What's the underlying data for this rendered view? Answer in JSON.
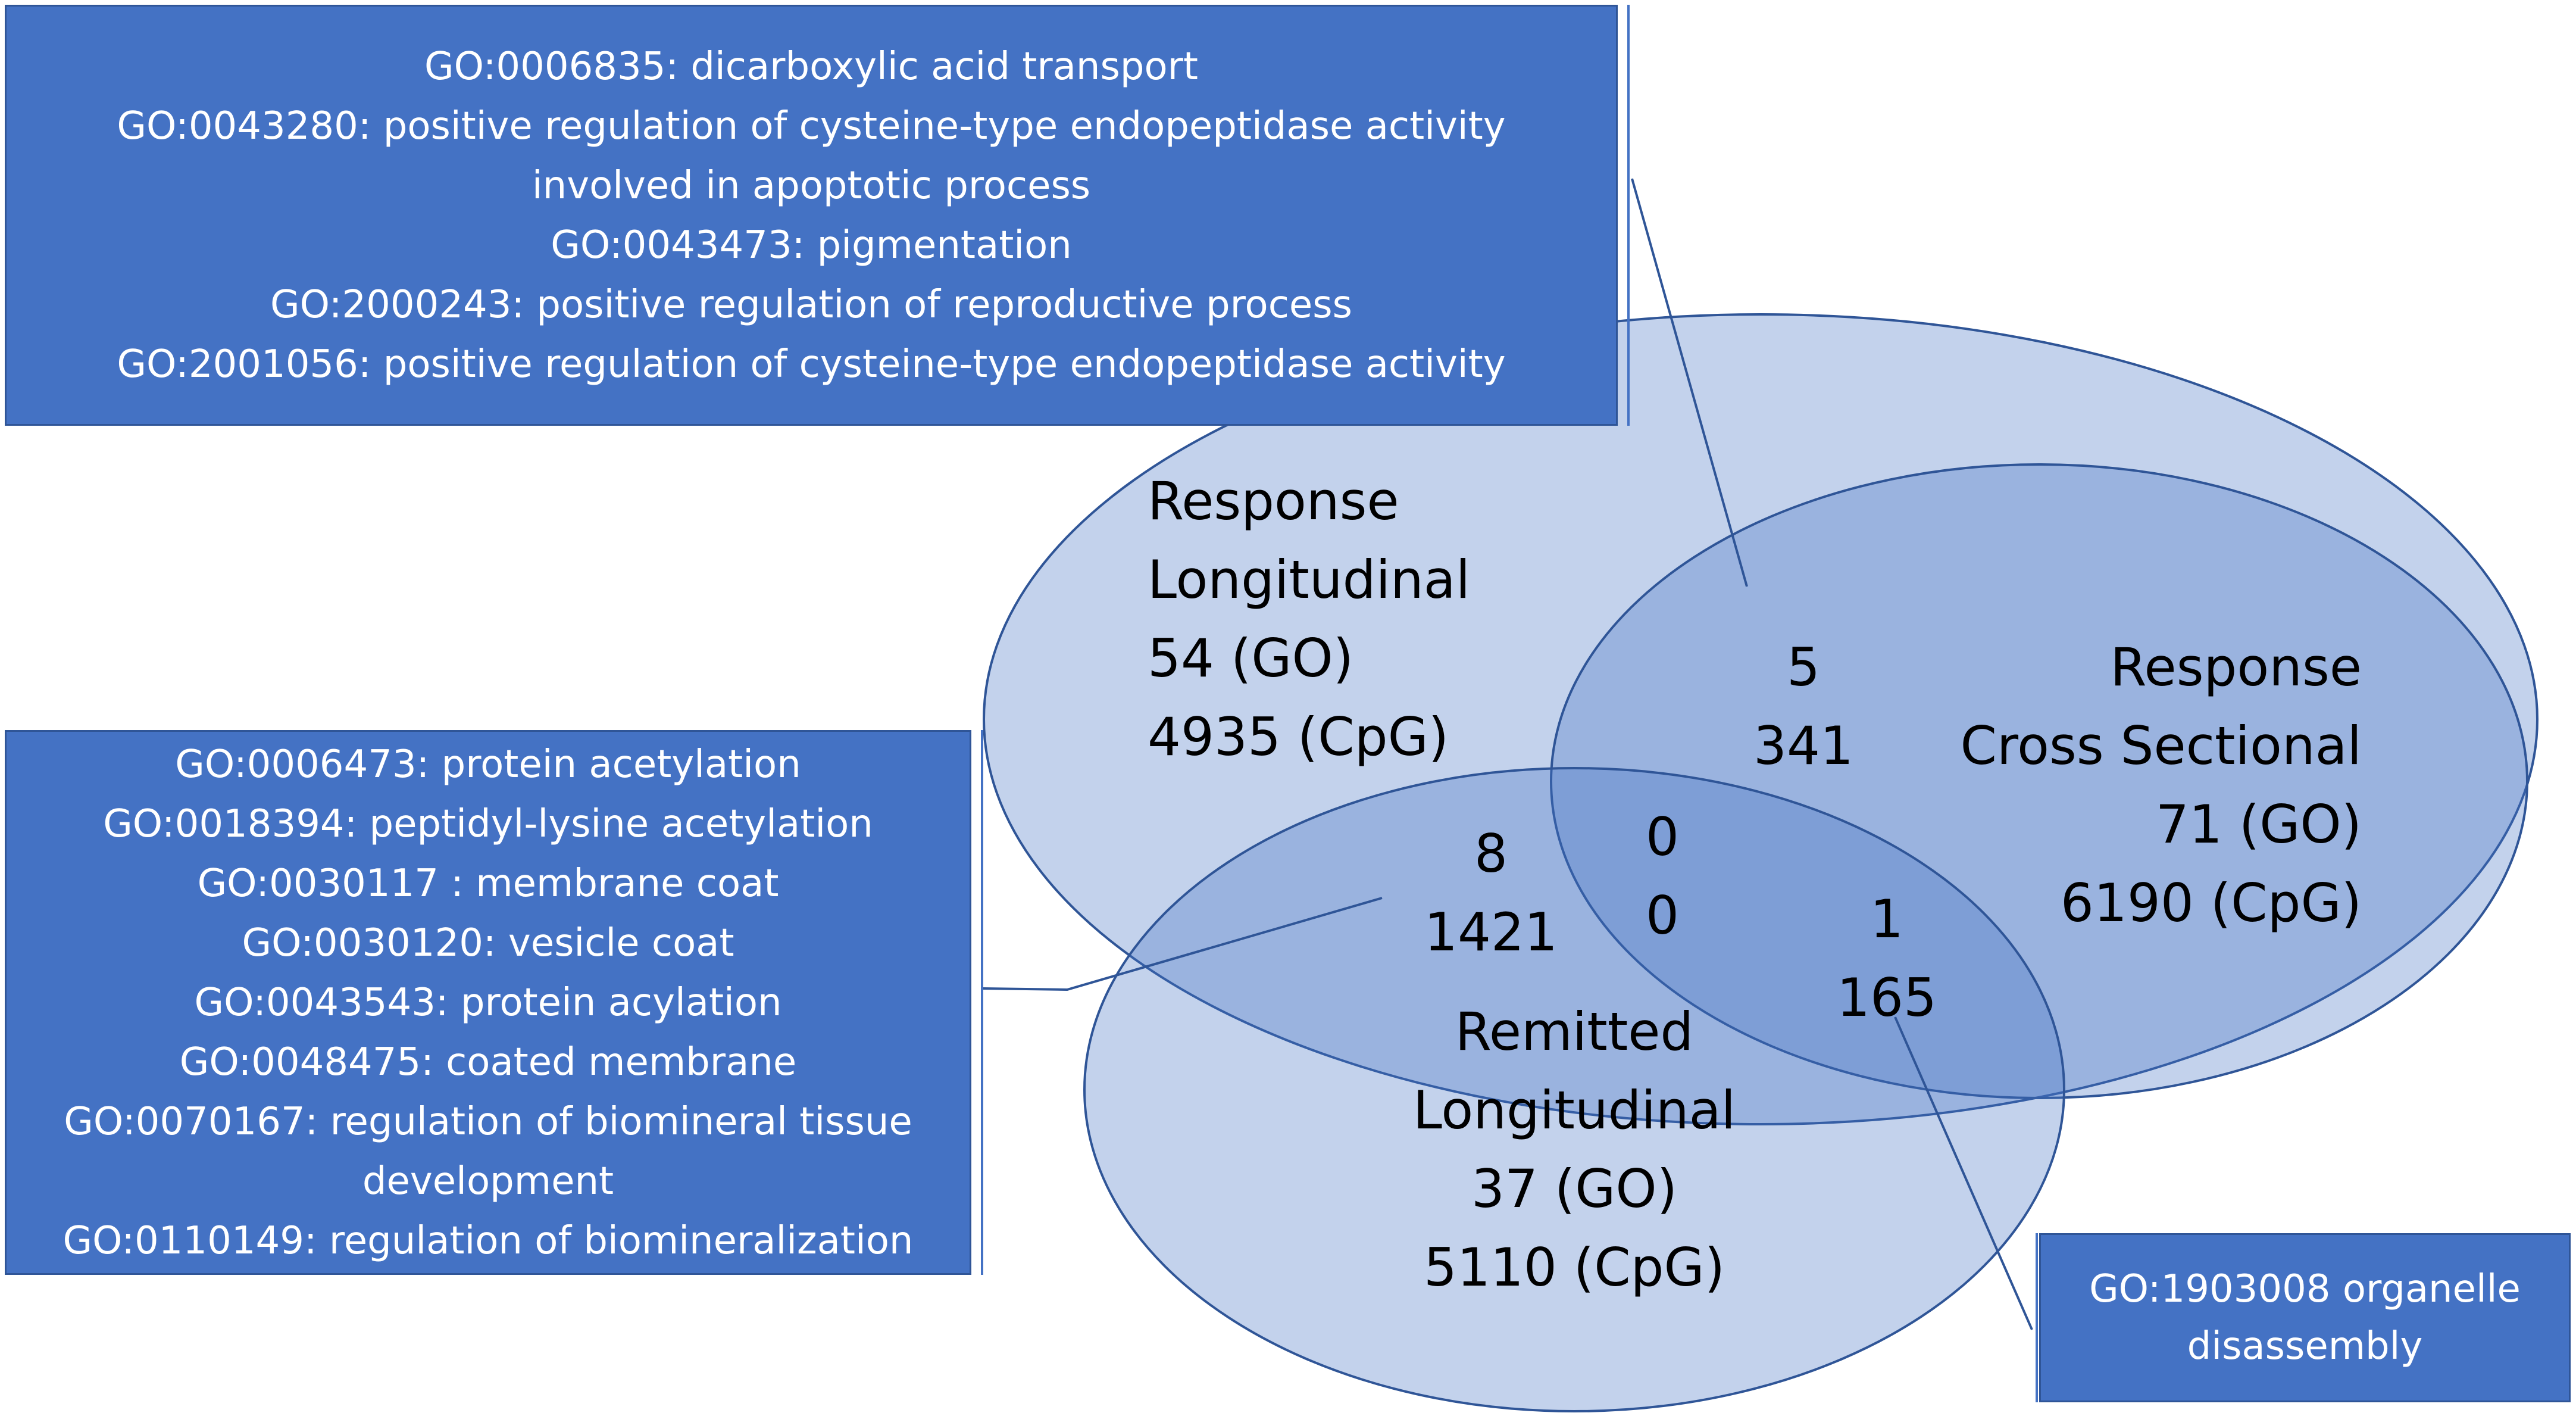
{
  "sets": {
    "response_longitudinal": {
      "name_line1": "Response",
      "name_line2": "Longitudinal",
      "go": "54 (GO)",
      "cpg": "4935 (CpG)"
    },
    "response_cross_sectional": {
      "name_line1": "Response",
      "name_line2": "Cross Sectional",
      "go": "71 (GO)",
      "cpg": "6190 (CpG)"
    },
    "remitted_longitudinal": {
      "name_line1": "Remitted",
      "name_line2": "Longitudinal",
      "go": "37 (GO)",
      "cpg": "5110 (CpG)"
    }
  },
  "overlaps": {
    "rl_rcs": {
      "go": "5",
      "cpg": "341"
    },
    "rl_rem": {
      "go": "8",
      "cpg": "1421"
    },
    "all": {
      "go": "0",
      "cpg": "0"
    },
    "rcs_rem": {
      "go": "1",
      "cpg": "165"
    }
  },
  "go_boxes": {
    "top": [
      "GO:0006835: dicarboxylic acid transport",
      "GO:0043280: positive regulation of cysteine-type endopeptidase activity",
      "involved in apoptotic process",
      "GO:0043473: pigmentation",
      "GO:2000243: positive regulation of reproductive process",
      "GO:2001056: positive regulation of cysteine-type endopeptidase activity"
    ],
    "left": [
      "GO:0006473: protein acetylation",
      "GO:0018394: peptidyl-lysine acetylation",
      "GO:0030117 : membrane coat",
      "GO:0030120: vesicle coat",
      "GO:0043543: protein acylation",
      "GO:0048475: coated membrane",
      "GO:0070167: regulation of biomineral tissue",
      "development",
      "GO:0110149: regulation of biomineralization"
    ],
    "bottom": [
      "GO:1903008 organelle",
      "disassembly"
    ]
  },
  "colors": {
    "ellipse_fill": "#4472c4",
    "ellipse_stroke": "#2f5597",
    "box_fill": "#4472c4",
    "box_text": "#ffffff"
  }
}
